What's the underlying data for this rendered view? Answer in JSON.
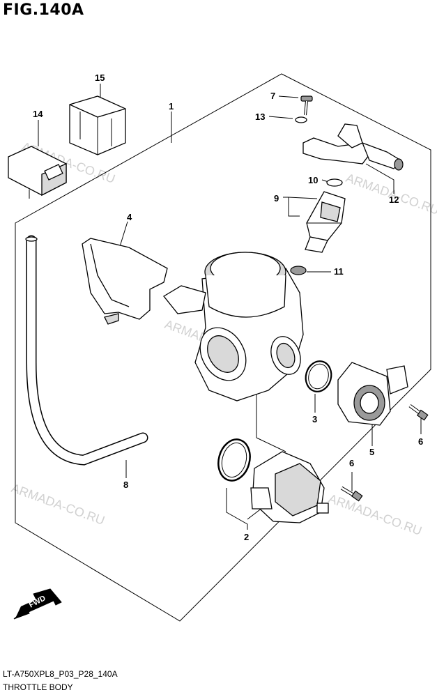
{
  "figure_title": "FIG.140A",
  "callouts": [
    {
      "id": "c1",
      "label": "1"
    },
    {
      "id": "c2",
      "label": "2"
    },
    {
      "id": "c3",
      "label": "3"
    },
    {
      "id": "c4",
      "label": "4"
    },
    {
      "id": "c5",
      "label": "5"
    },
    {
      "id": "c6a",
      "label": "6"
    },
    {
      "id": "c6b",
      "label": "6"
    },
    {
      "id": "c7",
      "label": "7"
    },
    {
      "id": "c8",
      "label": "8"
    },
    {
      "id": "c9",
      "label": "9"
    },
    {
      "id": "c10",
      "label": "10"
    },
    {
      "id": "c11",
      "label": "11"
    },
    {
      "id": "c12",
      "label": "12"
    },
    {
      "id": "c13",
      "label": "13"
    },
    {
      "id": "c14",
      "label": "14"
    },
    {
      "id": "c15",
      "label": "15"
    }
  ],
  "watermark": "ARMADA-CO.RU",
  "fwd_label": "FWD",
  "footer": {
    "code": "LT-A750XPL8_P03_P28_140A",
    "name": "THROTTLE BODY"
  }
}
